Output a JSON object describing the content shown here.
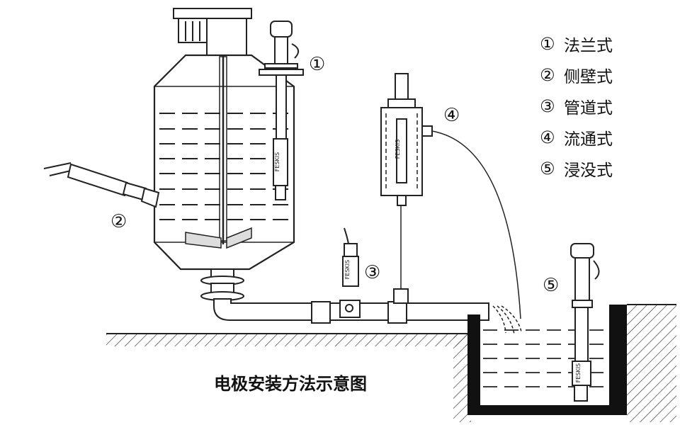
{
  "caption": "电极安装方法示意图",
  "legend": [
    {
      "num": "①",
      "label": "法兰式"
    },
    {
      "num": "②",
      "label": "侧壁式"
    },
    {
      "num": "③",
      "label": "管道式"
    },
    {
      "num": "④",
      "label": "流通式"
    },
    {
      "num": "⑤",
      "label": "浸没式"
    }
  ],
  "markers": [
    "①",
    "②",
    "③",
    "④",
    "⑤"
  ],
  "sensor_brand": "FESKIS"
}
